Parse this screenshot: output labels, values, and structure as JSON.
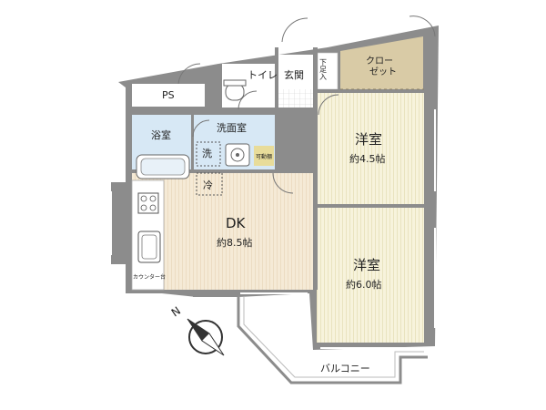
{
  "rooms": {
    "ps": "PS",
    "toilet": "トイレ",
    "genkan": "玄関",
    "getabako": "下足入",
    "closet_line1": "クロー",
    "closet_line2": "ゼット",
    "bath": "浴室",
    "washroom": "洗面室",
    "wash": "洗",
    "shelf": "可動棚",
    "fridge": "冷",
    "western1_name": "洋室",
    "western1_size": "約4.5帖",
    "dk_name": "DK",
    "dk_size": "約8.5帖",
    "western2_name": "洋室",
    "western2_size": "約6.0帖",
    "counter": "カウンター台",
    "balcony": "バルコニー"
  },
  "compass": {
    "north": "N"
  },
  "colors": {
    "wall": "#8a8a8a",
    "wall_edge": "#6a6a6a",
    "western_floor": "#f7f3dc",
    "dk_floor": "#f5ecd8",
    "bath_blue": "#d7e8f5",
    "closet": "#d9cba6",
    "entrance": "#ffffff",
    "shelf": "#e8dc9a"
  }
}
